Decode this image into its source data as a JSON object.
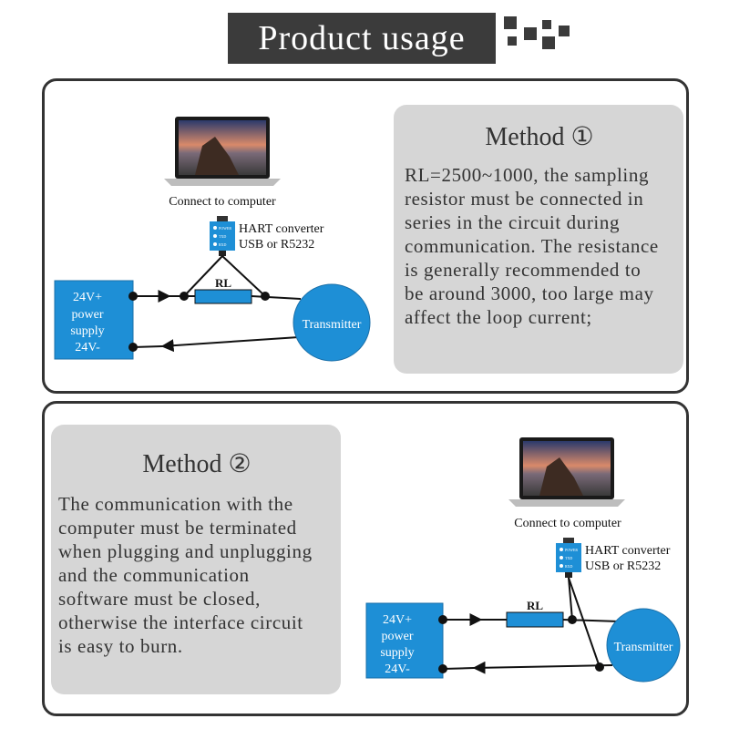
{
  "header": {
    "title": "Product usage"
  },
  "colors": {
    "header_bg": "#3b3b3b",
    "box_blue": "#1e8fd6",
    "method_bg": "#d6d6d6",
    "border": "#333333"
  },
  "method1": {
    "title": "Method ①",
    "lines": [
      "RL=2500~1000, the sampling",
      "resistor must be connected in",
      "series in the circuit during",
      "communication. The resistance",
      "is generally recommended to",
      "be around 3000, too large may",
      "affect the loop current;"
    ]
  },
  "method2": {
    "title": "Method ②",
    "lines": [
      "The communication with the",
      "computer must be terminated",
      "when plugging and unplugging",
      "and the communication",
      "software must be closed,",
      "otherwise the interface circuit",
      "is easy to burn."
    ]
  },
  "diagram": {
    "laptop_caption": "Connect to computer",
    "converter_line1": "HART converter",
    "converter_line2": "USB or R5232",
    "converter_leds": [
      "POWER",
      "TXD",
      "RXD"
    ],
    "resistor_label": "RL",
    "power_line1": "24V+",
    "power_line2": "power",
    "power_line3": "supply",
    "power_line4": "24V-",
    "transmitter": "Transmitter"
  }
}
